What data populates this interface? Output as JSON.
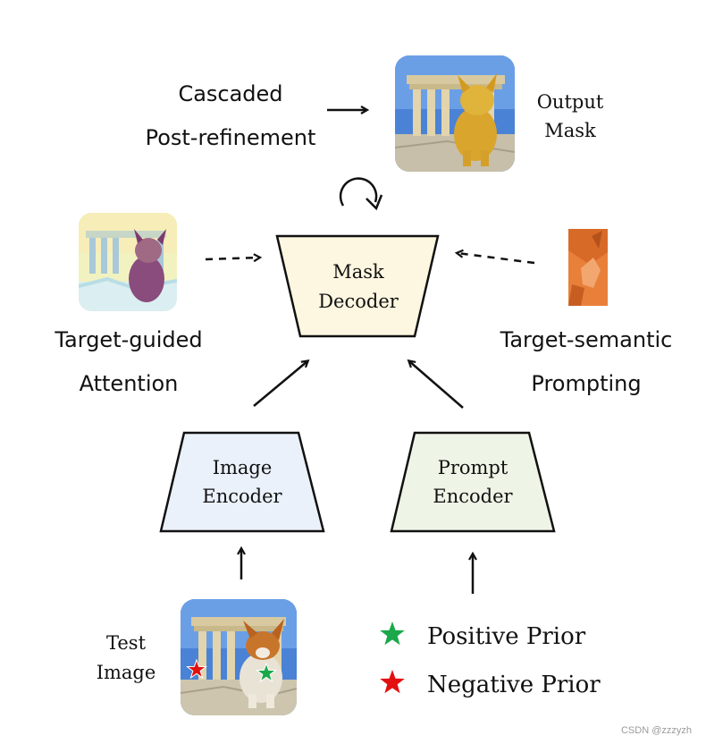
{
  "diagram": {
    "refinement_label_line1": "Cascaded",
    "refinement_label_line2": "Post-refinement",
    "output_label_line1": "Output",
    "output_label_line2": "Mask",
    "attention_label_line1": "Target-guided",
    "attention_label_line2": "Attention",
    "prompting_label_line1": "Target-semantic",
    "prompting_label_line2": "Prompting",
    "mask_decoder_line1": "Mask",
    "mask_decoder_line2": "Decoder",
    "image_encoder_line1": "Image",
    "image_encoder_line2": "Encoder",
    "prompt_encoder_line1": "Prompt",
    "prompt_encoder_line2": "Encoder",
    "test_image_line1": "Test",
    "test_image_line2": "Image",
    "legend_positive": "Positive Prior",
    "legend_negative": "Negative Prior",
    "watermark": "CSDN @zzzyzh"
  },
  "colors": {
    "mask_decoder_fill": "#fdf6e0",
    "image_encoder_fill": "#eaf1fb",
    "prompt_encoder_fill": "#eef5e6",
    "positive_star": "#1aa84a",
    "negative_star": "#e31010"
  }
}
